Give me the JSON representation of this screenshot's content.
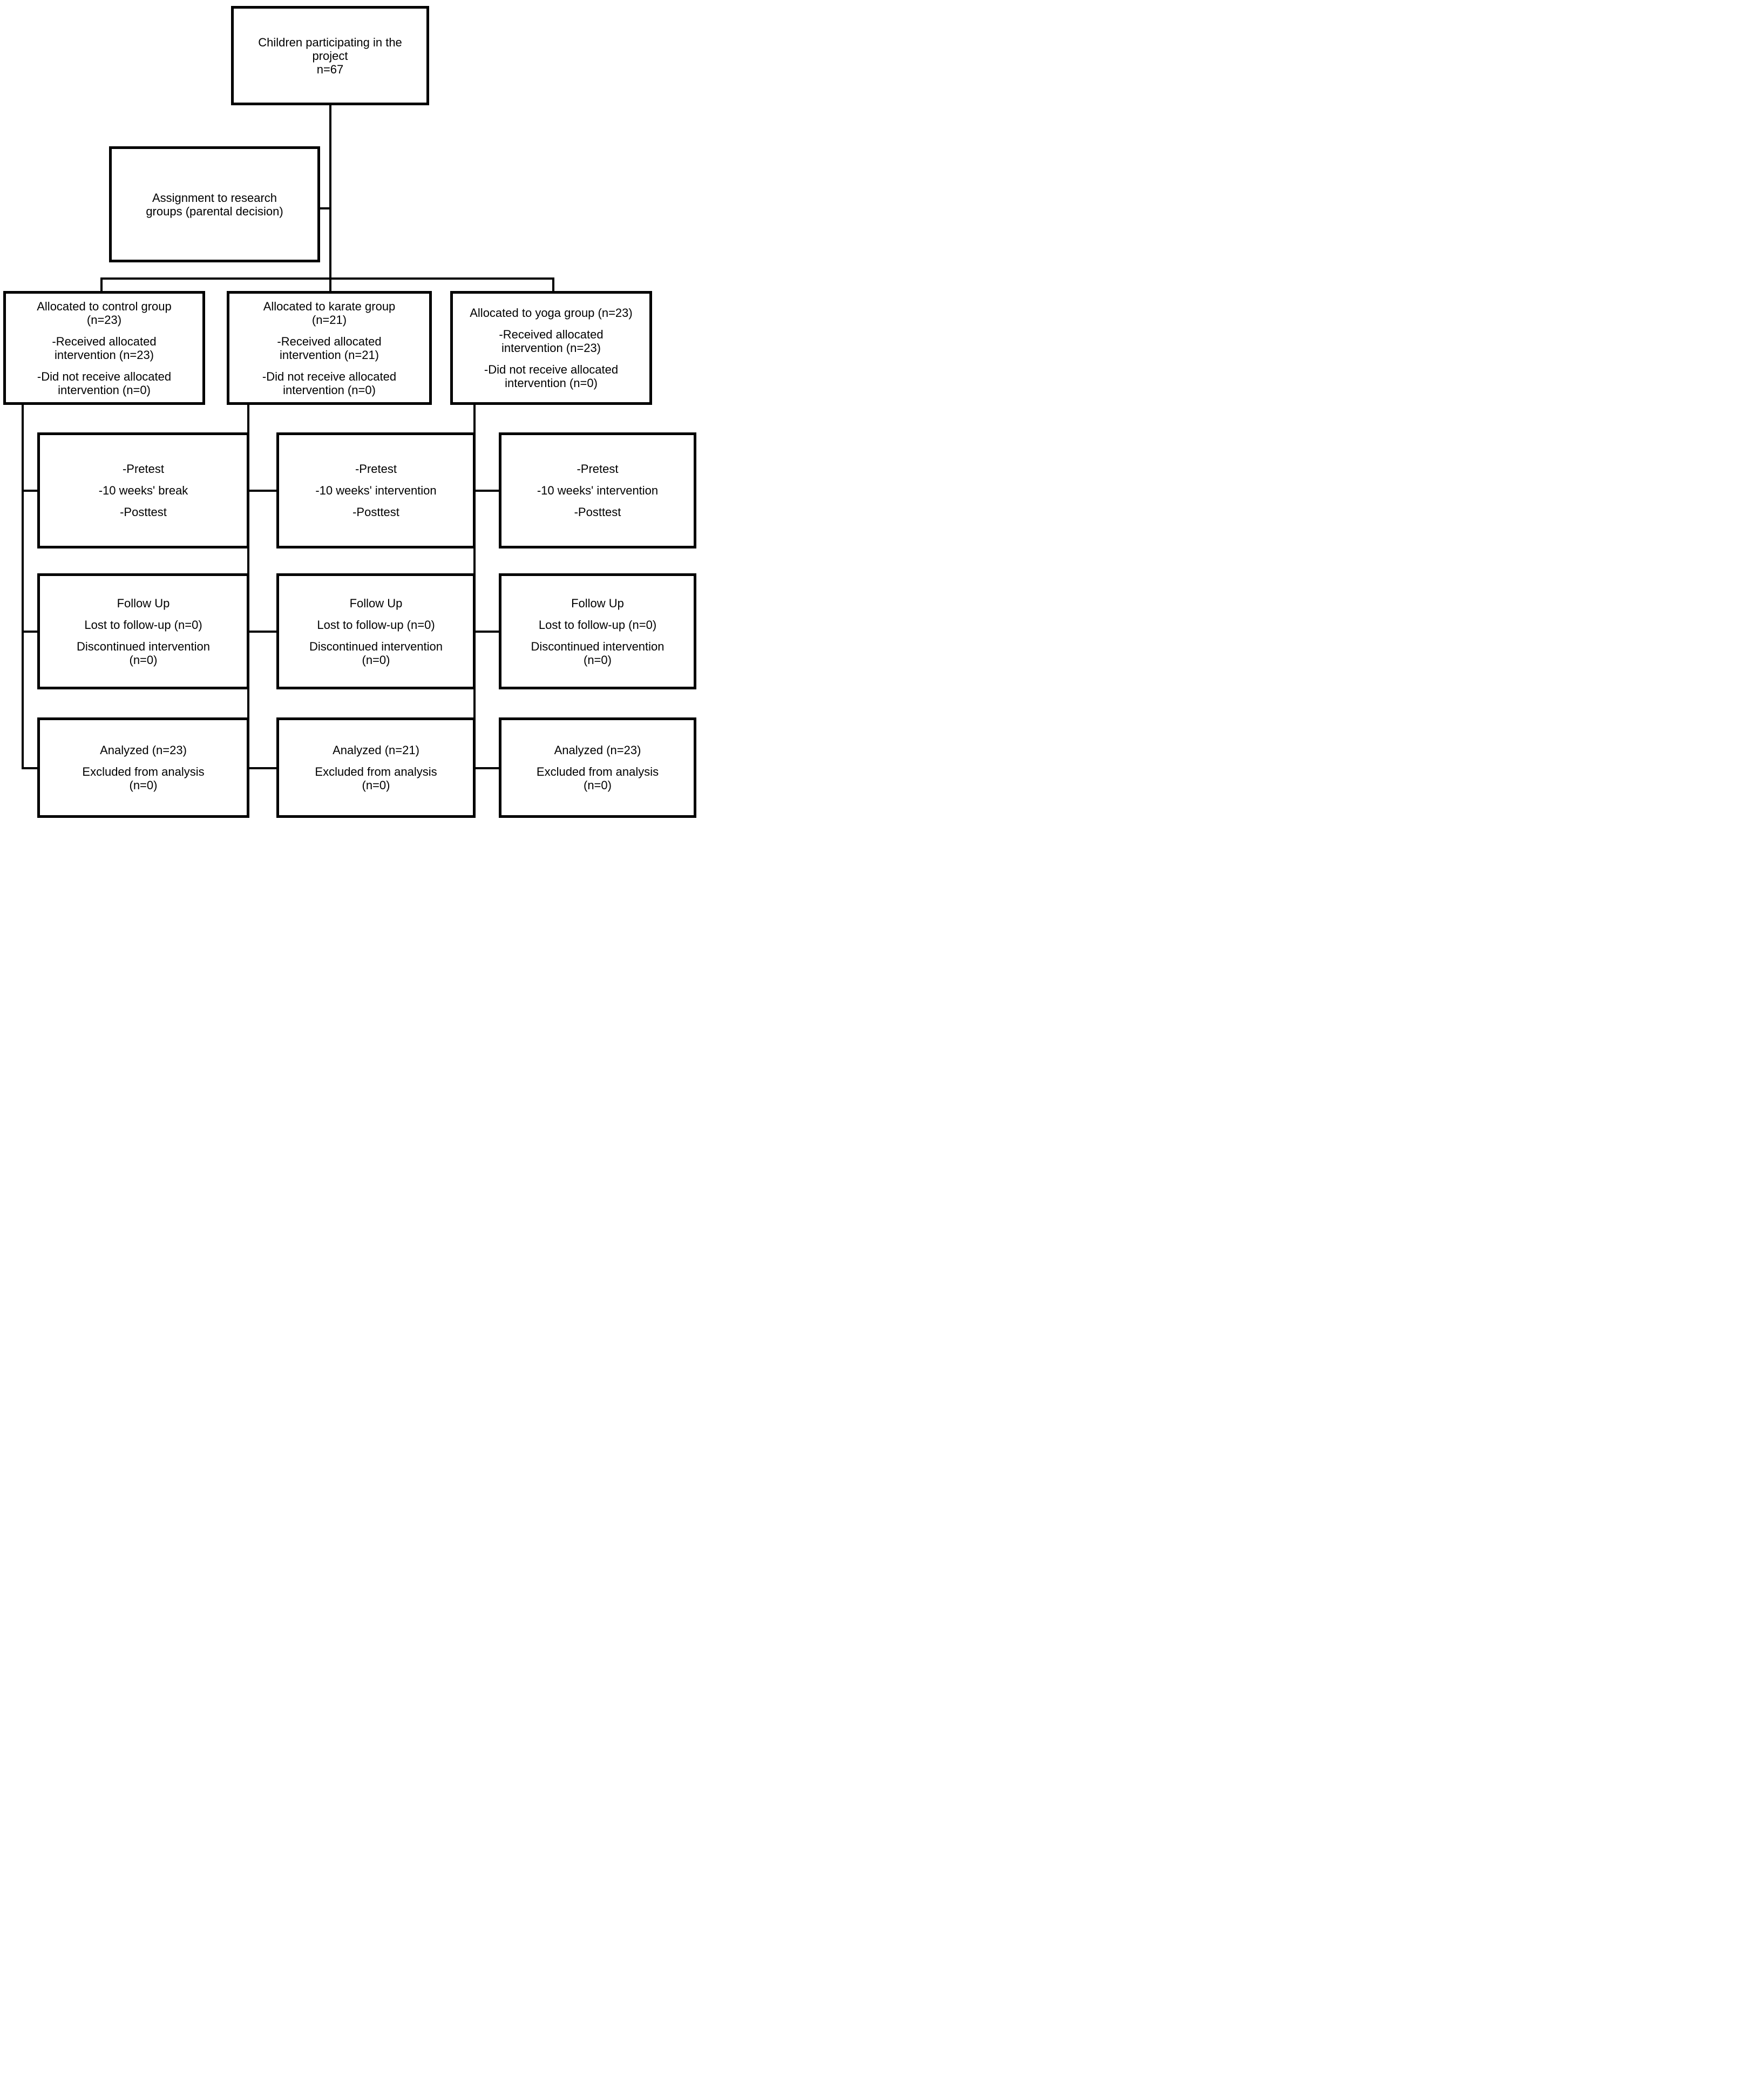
{
  "colors": {
    "ink": "#000000",
    "paper": "#ffffff"
  },
  "boxes": {
    "participants": {
      "text": "Children participating in the\nproject\nn=67"
    },
    "assignment": {
      "text": "Assignment to research\ngroups (parental decision)"
    },
    "alloc_control": {
      "paragraphs": [
        "Allocated to control group\n(n=23)",
        "-Received allocated\nintervention (n=23)",
        "-Did not receive allocated\nintervention (n=0)"
      ]
    },
    "alloc_karate": {
      "paragraphs": [
        "Allocated to karate group\n(n=21)",
        "-Received allocated\nintervention (n=21)",
        "-Did not receive allocated\nintervention (n=0)"
      ]
    },
    "alloc_yoga": {
      "paragraphs": [
        "Allocated to yoga group (n=23)",
        "-Received allocated\nintervention (n=23)",
        "-Did not receive allocated\nintervention (n=0)"
      ]
    },
    "pretest_control": {
      "paragraphs": [
        "-Pretest",
        "-10 weeks' break",
        "-Posttest"
      ]
    },
    "pretest_karate": {
      "paragraphs": [
        "-Pretest",
        "-10 weeks' intervention",
        "-Posttest"
      ]
    },
    "pretest_yoga": {
      "paragraphs": [
        "-Pretest",
        "-10 weeks' intervention",
        "-Posttest"
      ]
    },
    "followup_control": {
      "paragraphs": [
        "Follow Up",
        "Lost to follow-up (n=0)",
        "Discontinued intervention\n(n=0)"
      ]
    },
    "followup_karate": {
      "paragraphs": [
        "Follow Up",
        "Lost to follow-up (n=0)",
        "Discontinued intervention\n(n=0)"
      ]
    },
    "followup_yoga": {
      "paragraphs": [
        "Follow Up",
        "Lost to follow-up (n=0)",
        "Discontinued intervention\n(n=0)"
      ]
    },
    "analyzed_control": {
      "paragraphs": [
        "Analyzed (n=23)",
        "Excluded from analysis\n(n=0)"
      ]
    },
    "analyzed_karate": {
      "paragraphs": [
        "Analyzed (n=21)",
        "Excluded from analysis\n(n=0)"
      ]
    },
    "analyzed_yoga": {
      "paragraphs": [
        "Analyzed (n=23)",
        "Excluded from analysis\n(n=0)"
      ]
    }
  }
}
